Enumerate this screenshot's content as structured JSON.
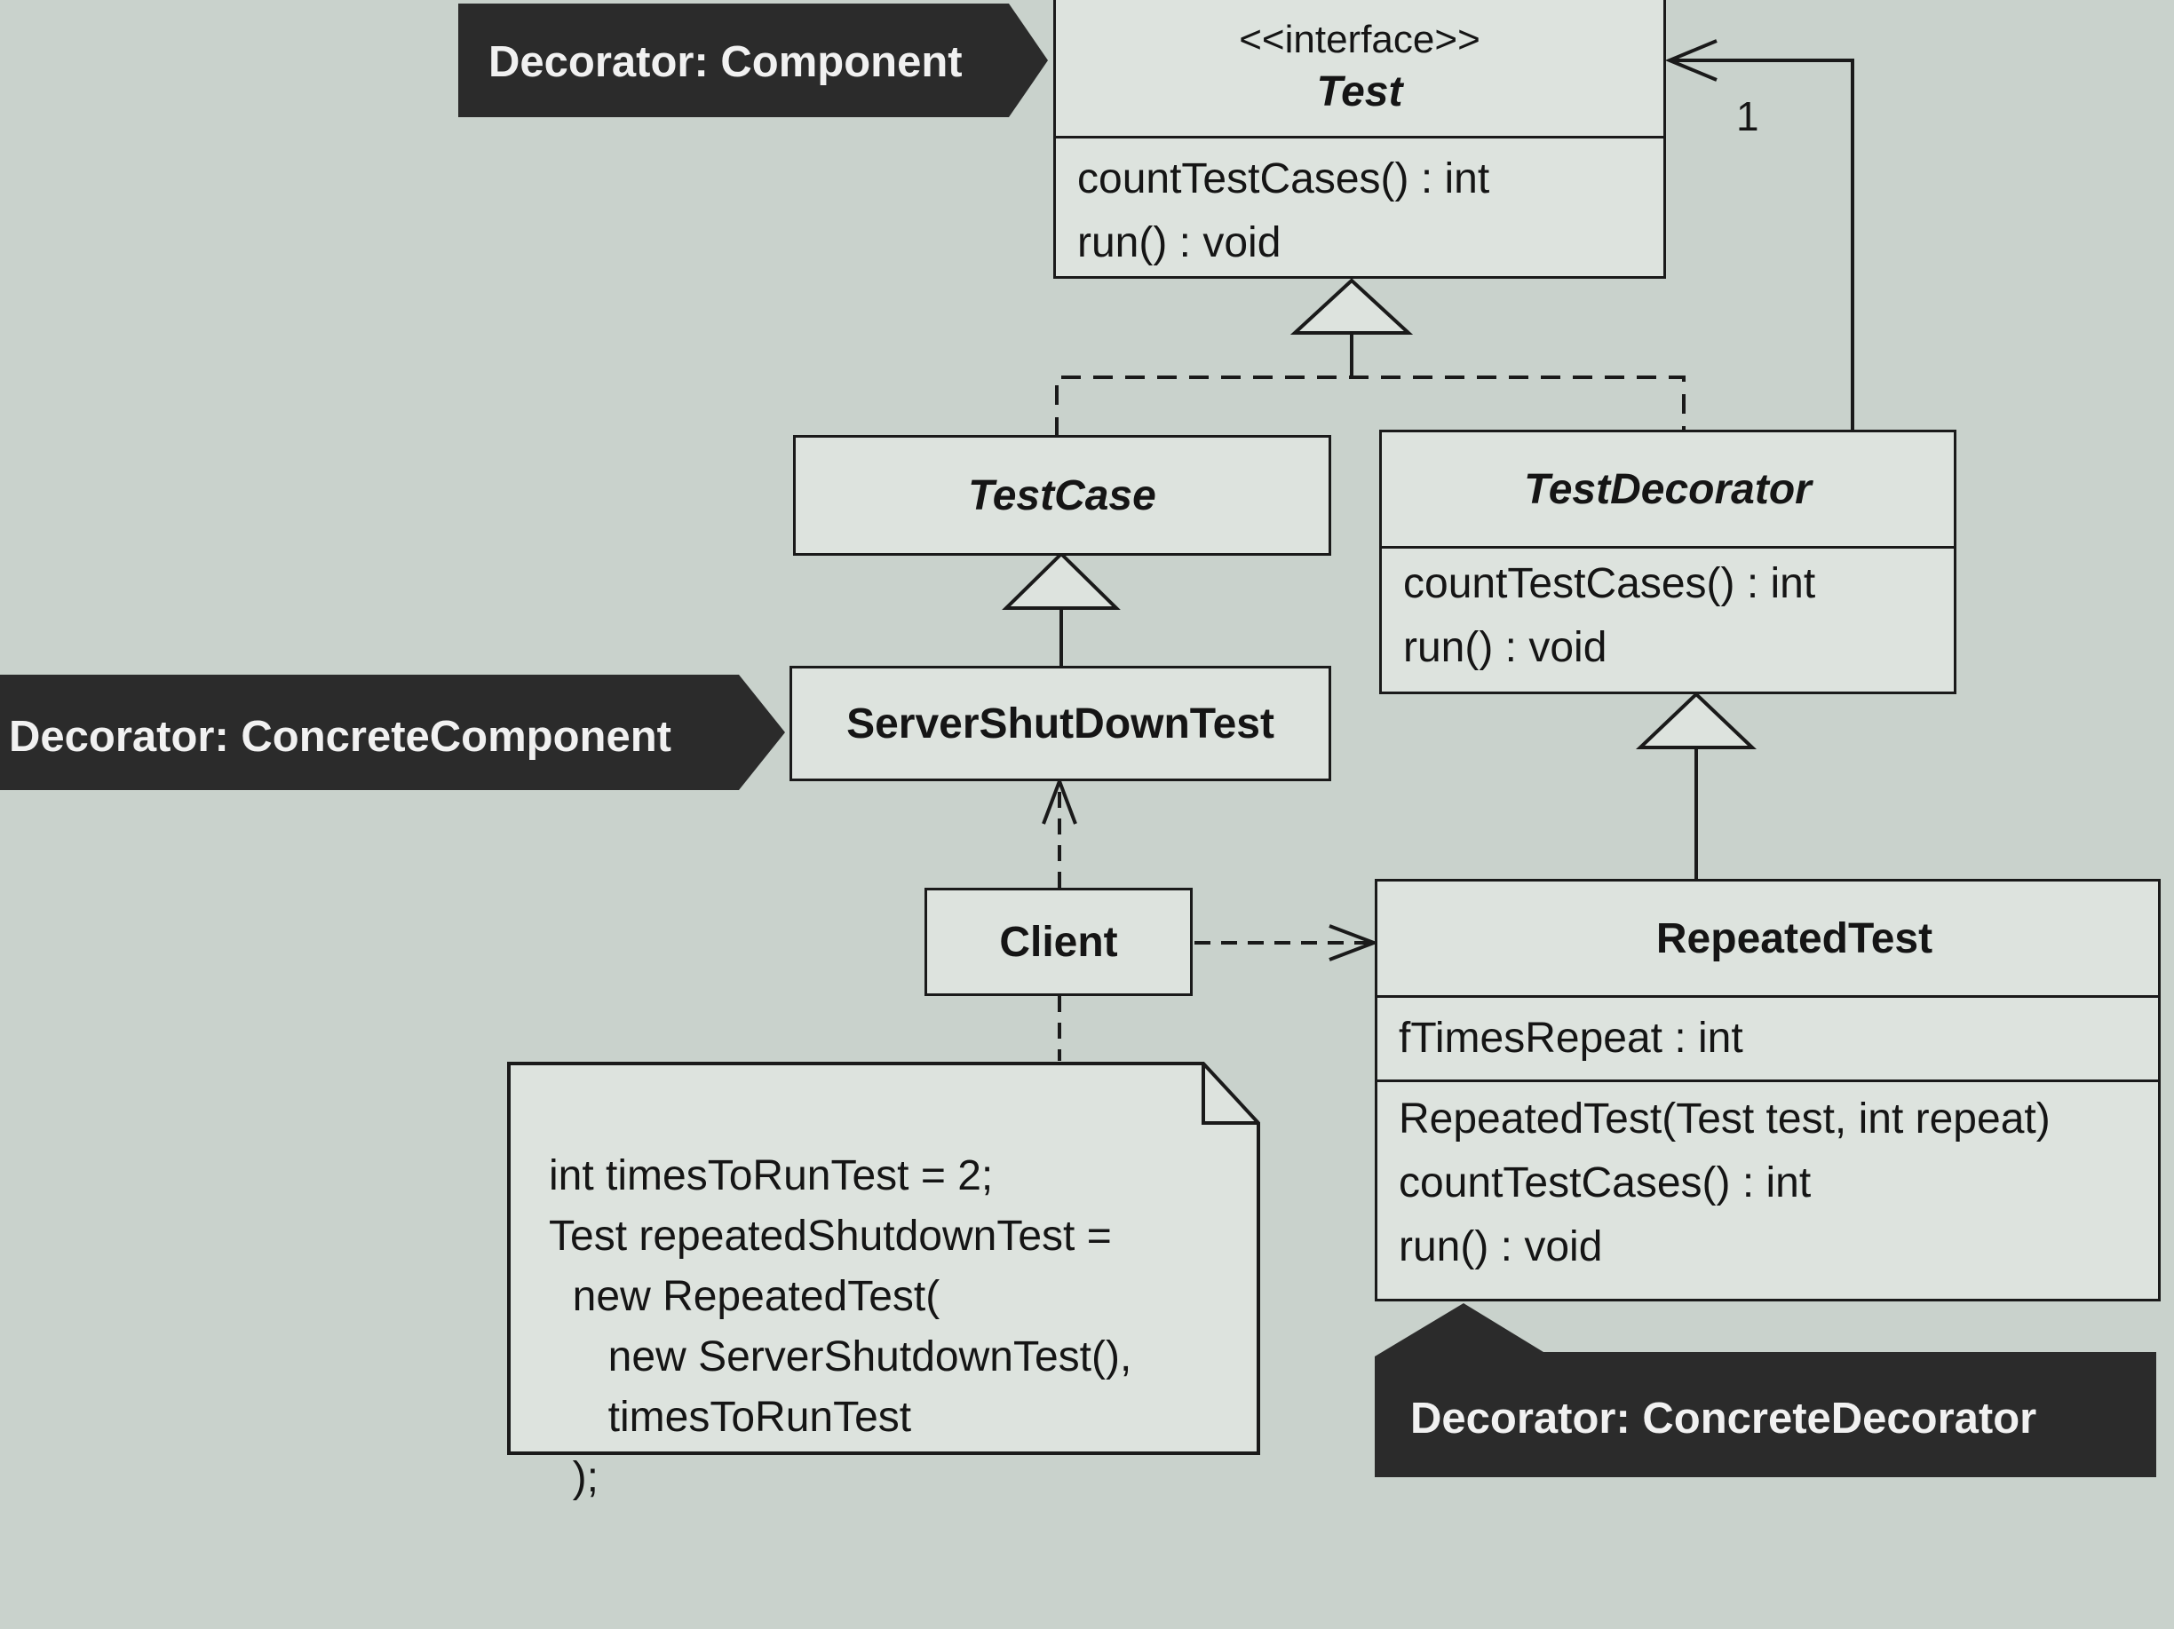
{
  "classes": {
    "test": {
      "stereotype": "<<interface>>",
      "name": "Test",
      "methods": [
        "countTestCases() : int",
        "run() : void"
      ]
    },
    "test_case": {
      "name": "TestCase"
    },
    "server_shutdown_test": {
      "name": "ServerShutDownTest"
    },
    "test_decorator": {
      "name": "TestDecorator",
      "methods": [
        "countTestCases() : int",
        "run() : void"
      ]
    },
    "client": {
      "name": "Client"
    },
    "repeated_test": {
      "name": "RepeatedTest",
      "attributes": [
        "fTimesRepeat : int"
      ],
      "methods": [
        "RepeatedTest(Test test, int repeat)",
        "countTestCases() : int",
        "run() : void"
      ]
    }
  },
  "multiplicity": "1",
  "tags": {
    "component": "Decorator: Component",
    "concrete_component": "Decorator: ConcreteComponent",
    "concrete_decorator": "Decorator: ConcreteDecorator"
  },
  "note": {
    "lines": [
      "int timesToRunTest = 2;",
      "Test repeatedShutdownTest =",
      "  new RepeatedTest(",
      "     new ServerShutdownTest(),",
      "     timesToRunTest",
      "  );"
    ]
  },
  "colors": {
    "tag_fill": "#2b2b2b",
    "box_fill": "#dde3de",
    "background": "#c9d2cc"
  }
}
